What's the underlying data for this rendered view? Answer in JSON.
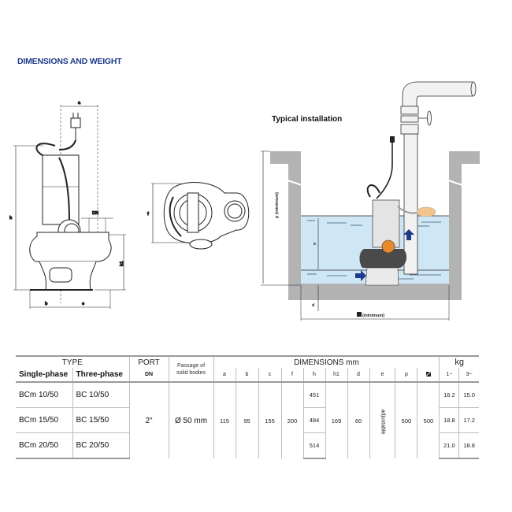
{
  "page": {
    "title": "DIMENSIONS AND WEIGHT",
    "installation_label": "Typical installation"
  },
  "pump_drawing": {
    "labels": {
      "a": "a",
      "h": "h",
      "dn": "DN",
      "h1": "h1",
      "b": "b",
      "c": "c"
    }
  },
  "top_view": {
    "labels": {
      "f": "f"
    }
  },
  "installation": {
    "labels": {
      "p": "p (minimum)",
      "e": "e",
      "d": "d",
      "diameter": "(minimum)"
    },
    "colors": {
      "water": "#cfe6f5",
      "wall": "#b3b3b3",
      "pump_body": "#4a4a4a",
      "float": "#e8892b",
      "arrow": "#1f3a8a"
    }
  },
  "table": {
    "header": {
      "type": "TYPE",
      "single_phase": "Single-phase",
      "three_phase": "Three-phase",
      "port": "PORT",
      "port_unit": "DN",
      "passage_line1": "Passage of",
      "passage_line2": "solid bodies",
      "dimensions": "DIMENSIONS mm",
      "kg": "kg",
      "cols": [
        "a",
        "b",
        "c",
        "f",
        "h",
        "h1",
        "d",
        "e",
        "p"
      ],
      "weight_cols": [
        "1~",
        "3~"
      ]
    },
    "shared": {
      "port": "2\"",
      "passage": "Ø 50 mm",
      "a": "115",
      "b": "95",
      "c": "155",
      "f": "200",
      "h1": "169",
      "d": "60",
      "e": "adjustable",
      "p": "500",
      "diameter": "500"
    },
    "rows": [
      {
        "single": "BCm 10/50",
        "three": "BC 10/50",
        "h": "451",
        "kg1": "16.2",
        "kg3": "15.0"
      },
      {
        "single": "BCm 15/50",
        "three": "BC 15/50",
        "h": "484",
        "kg1": "18.8",
        "kg3": "17.2"
      },
      {
        "single": "BCm 20/50",
        "three": "BC 20/50",
        "h": "514",
        "kg1": "21.0",
        "kg3": "18.8"
      }
    ]
  }
}
